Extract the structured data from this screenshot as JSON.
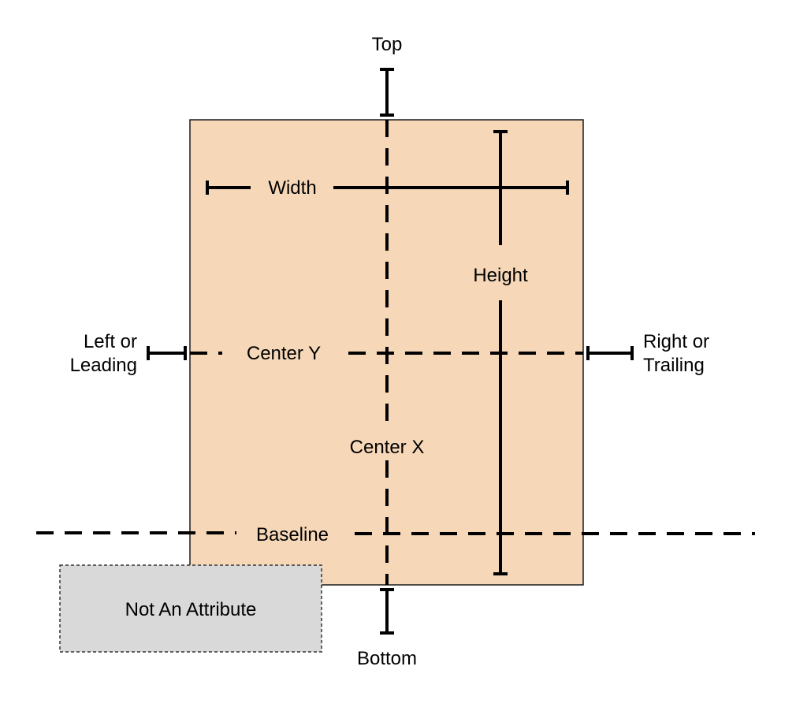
{
  "colors": {
    "view_fill": "#f6d8b9",
    "view_border": "#1a1a1a",
    "note_fill": "#d9d9d9",
    "line": "#000000",
    "text": "#000000"
  },
  "labels": {
    "top": "Top",
    "bottom": "Bottom",
    "width": "Width",
    "height": "Height",
    "left_line1": "Left or",
    "left_line2": "Leading",
    "right_line1": "Right or",
    "right_line2": "Trailing",
    "center_y": "Center Y",
    "center_x": "Center X",
    "baseline": "Baseline",
    "not_an_attribute": "Not An Attribute"
  }
}
